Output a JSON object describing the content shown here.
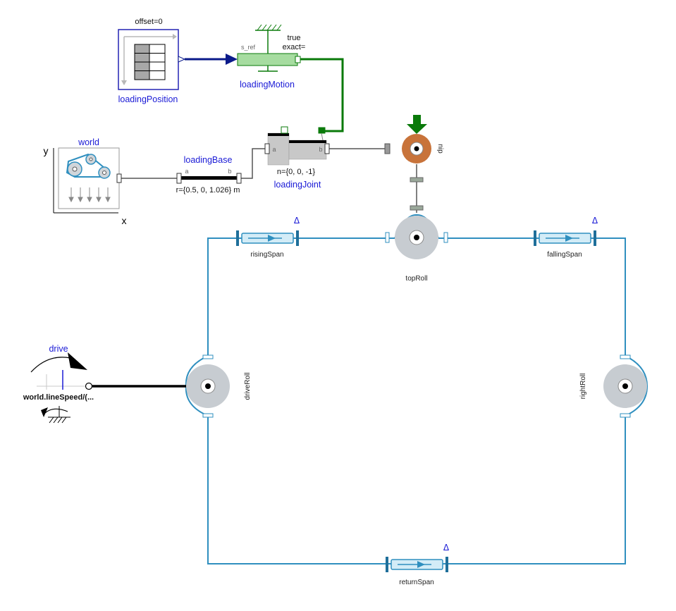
{
  "loadingPosition": {
    "name": "loadingPosition",
    "param": "offset=0"
  },
  "loadingMotion": {
    "name": "loadingMotion",
    "sref": "s_ref",
    "exact_label": "exact=",
    "exact_value": "true"
  },
  "world": {
    "name": "world",
    "axis_x": "x",
    "axis_y": "y"
  },
  "loadingBase": {
    "name": "loadingBase",
    "port_a": "a",
    "port_b": "b",
    "param": "r={0.5, 0, 1.026} m"
  },
  "loadingJoint": {
    "name": "loadingJoint",
    "port_a": "a",
    "port_b": "b",
    "param": "n={0, 0, -1}"
  },
  "nip": {
    "name": "nip"
  },
  "topRoll": {
    "name": "topRoll"
  },
  "risingSpan": {
    "name": "risingSpan",
    "marker": "Δ"
  },
  "fallingSpan": {
    "name": "fallingSpan",
    "marker": "Δ"
  },
  "returnSpan": {
    "name": "returnSpan",
    "marker": "Δ"
  },
  "driveRoll": {
    "name": "driveRoll"
  },
  "rightRoll": {
    "name": "rightRoll"
  },
  "drive": {
    "name": "drive",
    "param": "world.lineSpeed/(..."
  },
  "colors": {
    "belt": "#2f8fbf",
    "realSignal": "#0a1a8a",
    "booleanSignal": "#0a7a0a",
    "roll": "#c7ccd1",
    "nipRoll": "#c8733a",
    "span": "#d3ecf7"
  }
}
